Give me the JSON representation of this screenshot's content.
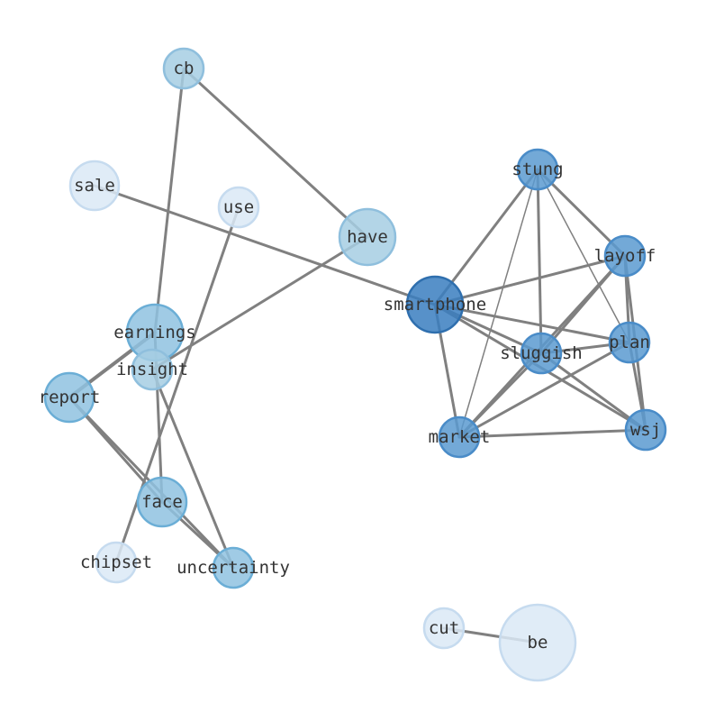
{
  "title": "Word co-occurrence network",
  "colors": {
    "edge": "#808080",
    "levels": [
      "#dbe9f6",
      "#a6cee3",
      "#8fc2e0",
      "#5a9ad0",
      "#3a7ebf"
    ],
    "strokes": [
      "#c6dbef",
      "#8fbfdd",
      "#6baed6",
      "#4a8cc8",
      "#2f6fae"
    ]
  },
  "nodes": [
    {
      "id": "cb",
      "label": "cb",
      "weight": 1,
      "size": 1
    },
    {
      "id": "sale",
      "label": "sale",
      "weight": 0,
      "size": 1.5
    },
    {
      "id": "use",
      "label": "use",
      "weight": 0,
      "size": 1
    },
    {
      "id": "have",
      "label": "have",
      "weight": 1,
      "size": 2
    },
    {
      "id": "earnings",
      "label": "earnings",
      "weight": 2,
      "size": 2
    },
    {
      "id": "insight",
      "label": "insight",
      "weight": 1,
      "size": 1
    },
    {
      "id": "report",
      "label": "report",
      "weight": 2,
      "size": 1.5
    },
    {
      "id": "face",
      "label": "face",
      "weight": 2,
      "size": 1.5
    },
    {
      "id": "chipset",
      "label": "chipset",
      "weight": 0,
      "size": 1
    },
    {
      "id": "uncertainty",
      "label": "uncertainty",
      "weight": 2,
      "size": 1
    },
    {
      "id": "stung",
      "label": "stung",
      "weight": 3,
      "size": 1
    },
    {
      "id": "layoff",
      "label": "layoff",
      "weight": 3,
      "size": 1
    },
    {
      "id": "smartphone",
      "label": "smartphone",
      "weight": 4,
      "size": 2
    },
    {
      "id": "plan",
      "label": "plan",
      "weight": 3,
      "size": 1
    },
    {
      "id": "sluggish",
      "label": "sluggish",
      "weight": 3,
      "size": 1
    },
    {
      "id": "market",
      "label": "market",
      "weight": 3,
      "size": 1
    },
    {
      "id": "wsj",
      "label": "wsj",
      "weight": 3,
      "size": 1
    },
    {
      "id": "cut",
      "label": "cut",
      "weight": 0,
      "size": 1
    },
    {
      "id": "be",
      "label": "be",
      "weight": 0,
      "size": 4
    }
  ],
  "edges": [
    [
      "cb",
      "earnings",
      1
    ],
    [
      "cb",
      "have",
      1
    ],
    [
      "sale",
      "smartphone",
      1
    ],
    [
      "use",
      "chipset",
      1
    ],
    [
      "have",
      "insight",
      1
    ],
    [
      "earnings",
      "face",
      1
    ],
    [
      "earnings",
      "report",
      2
    ],
    [
      "insight",
      "uncertainty",
      1
    ],
    [
      "report",
      "face",
      1
    ],
    [
      "report",
      "uncertainty",
      1
    ],
    [
      "face",
      "uncertainty",
      1
    ],
    [
      "stung",
      "smartphone",
      1
    ],
    [
      "stung",
      "market",
      0.5
    ],
    [
      "stung",
      "sluggish",
      1
    ],
    [
      "stung",
      "plan",
      0.5
    ],
    [
      "stung",
      "layoff",
      1
    ],
    [
      "smartphone",
      "layoff",
      1
    ],
    [
      "smartphone",
      "plan",
      1
    ],
    [
      "smartphone",
      "sluggish",
      1
    ],
    [
      "smartphone",
      "wsj",
      1
    ],
    [
      "smartphone",
      "market",
      1
    ],
    [
      "layoff",
      "sluggish",
      1
    ],
    [
      "layoff",
      "market",
      1
    ],
    [
      "layoff",
      "plan",
      1
    ],
    [
      "layoff",
      "wsj",
      1
    ],
    [
      "sluggish",
      "plan",
      1
    ],
    [
      "sluggish",
      "market",
      1
    ],
    [
      "sluggish",
      "wsj",
      1
    ],
    [
      "plan",
      "market",
      1
    ],
    [
      "plan",
      "wsj",
      1
    ],
    [
      "market",
      "wsj",
      1
    ],
    [
      "cut",
      "be",
      1
    ]
  ]
}
